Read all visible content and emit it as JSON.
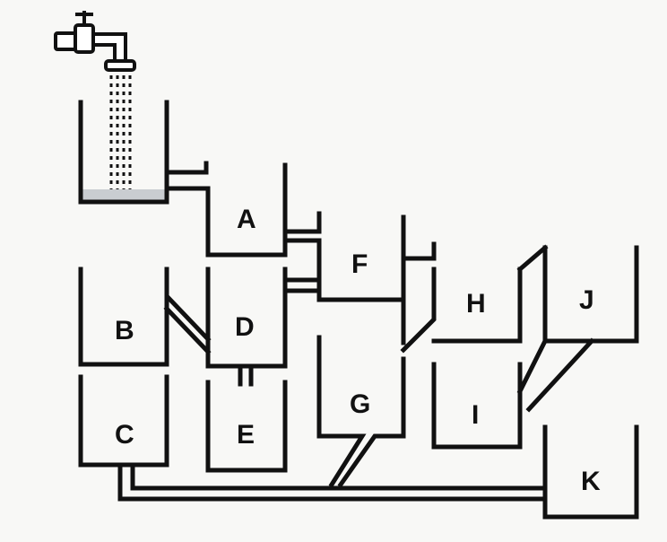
{
  "diagram": {
    "containers": [
      {
        "id": "A",
        "label": "A"
      },
      {
        "id": "B",
        "label": "B"
      },
      {
        "id": "C",
        "label": "C"
      },
      {
        "id": "D",
        "label": "D"
      },
      {
        "id": "E",
        "label": "E"
      },
      {
        "id": "F",
        "label": "F"
      },
      {
        "id": "G",
        "label": "G"
      },
      {
        "id": "H",
        "label": "H"
      },
      {
        "id": "I",
        "label": "I"
      },
      {
        "id": "J",
        "label": "J"
      },
      {
        "id": "K",
        "label": "K"
      }
    ],
    "icons": {
      "tap": "water-tap-icon"
    }
  }
}
